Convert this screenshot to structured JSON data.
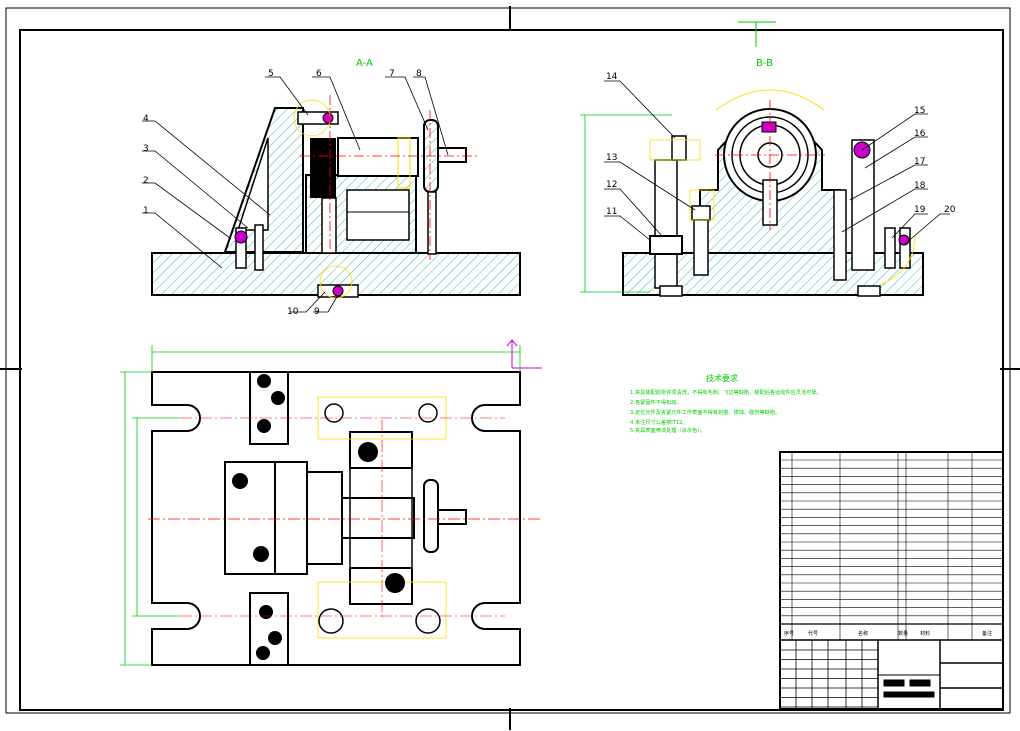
{
  "drawing": {
    "section_aa_title": "A-A",
    "section_bb_title": "B-B",
    "callouts_left": [
      "1",
      "2",
      "3",
      "4",
      "5",
      "6",
      "7",
      "8",
      "9",
      "10"
    ],
    "callouts_right": [
      "11",
      "12",
      "13",
      "14",
      "15",
      "16",
      "17",
      "18",
      "19",
      "20"
    ]
  },
  "notes": {
    "title": "技术要求",
    "lines": [
      "1.夹具装配前零件须清洗，不得有毛刺、飞边等缺陷，装配后各运动件应灵活可靠。",
      "2.各紧固件不得松动。",
      "3.定位元件及夹紧元件工作表面不得有划痕、锈蚀、碰伤等缺陷。",
      "4.未注尺寸公差按IT12。",
      "5.夹具表面喷漆处理（涂灰色）。"
    ]
  },
  "title_block": {
    "header_cells": [
      "序号",
      "代号",
      "名称",
      "数量",
      "材料",
      "备注"
    ]
  },
  "colors": {
    "outline": "#000000",
    "hatch": "#00a8a8",
    "centerline": "#ff0000",
    "dimension": "#00cc00",
    "highlight": "#ffdd00",
    "callout": "#ff00ff"
  }
}
